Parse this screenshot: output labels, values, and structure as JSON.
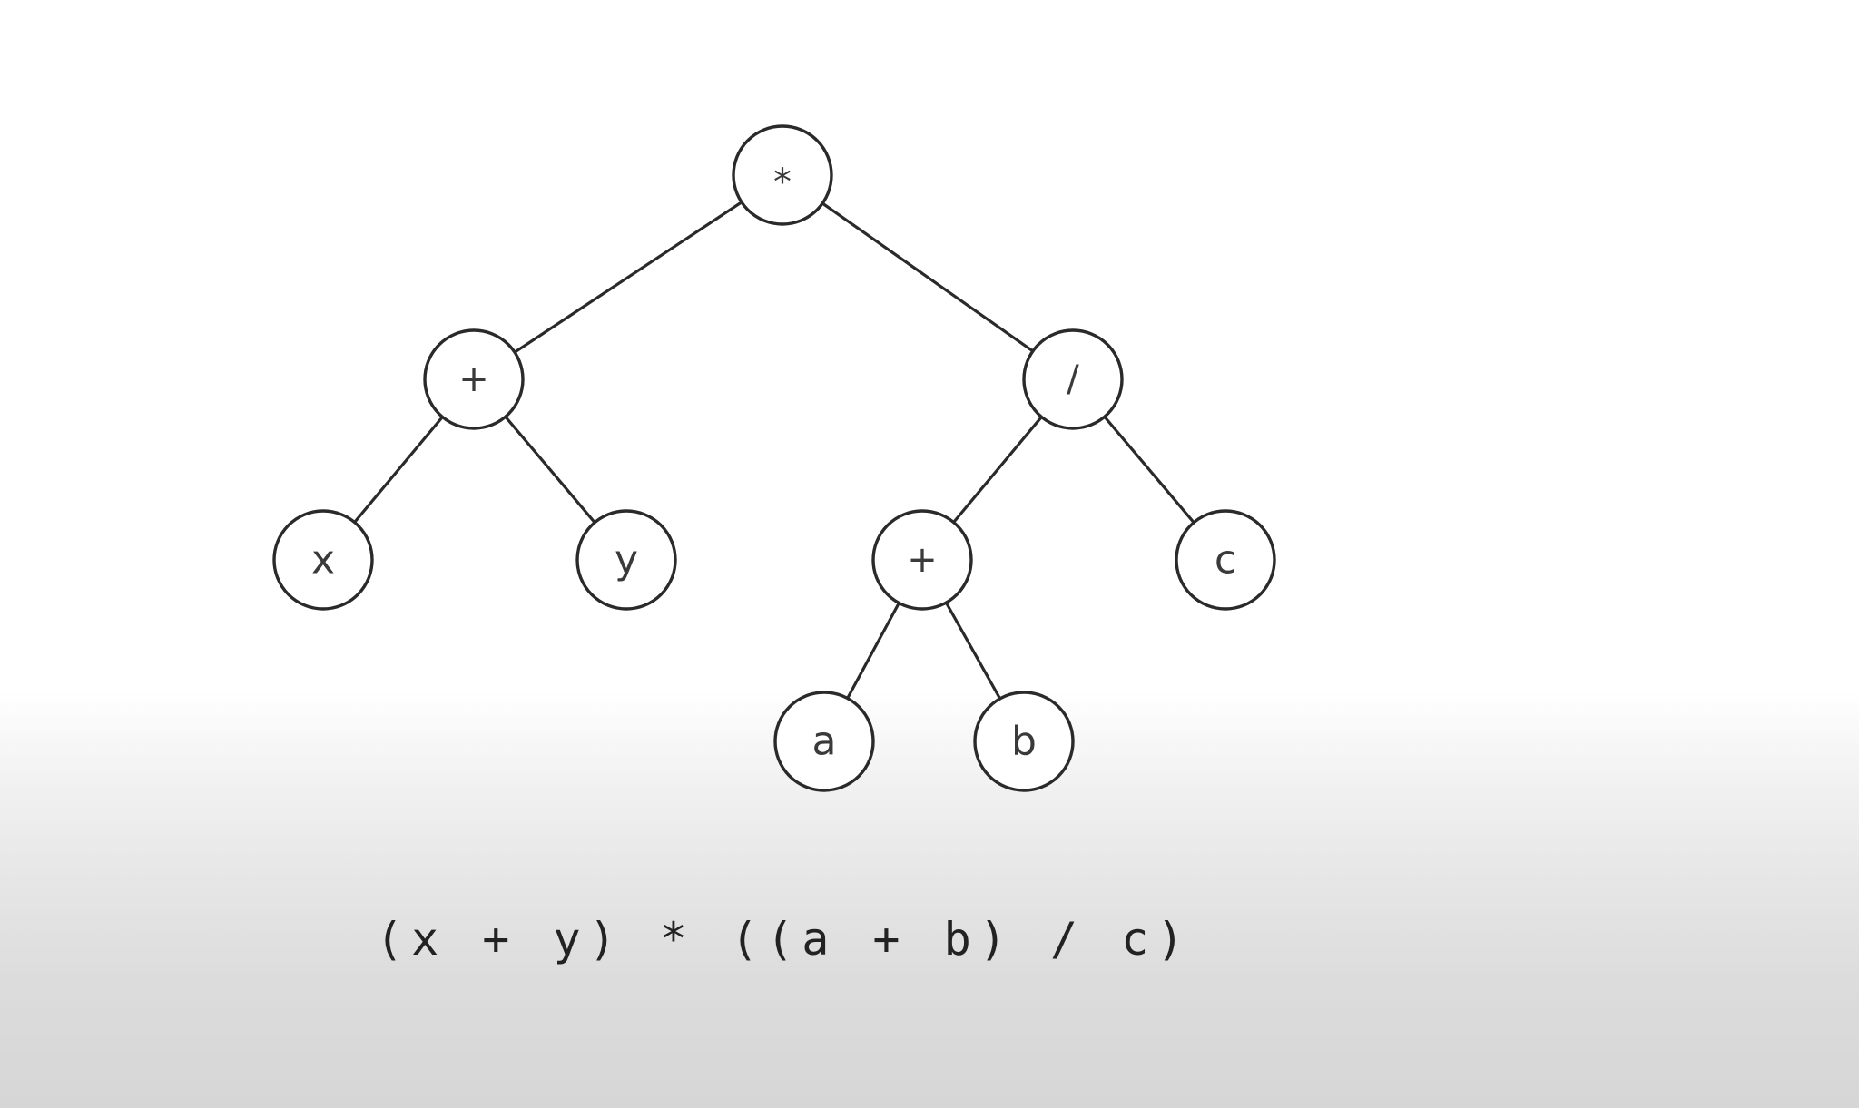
{
  "diagram": {
    "nodes": [
      {
        "id": "root",
        "label": "*"
      },
      {
        "id": "plus-left",
        "label": "+"
      },
      {
        "id": "divide",
        "label": "/"
      },
      {
        "id": "x",
        "label": "x"
      },
      {
        "id": "y",
        "label": "y"
      },
      {
        "id": "plus-right",
        "label": "+"
      },
      {
        "id": "c",
        "label": "c"
      },
      {
        "id": "a",
        "label": "a"
      },
      {
        "id": "b",
        "label": "b"
      }
    ],
    "edges": [
      [
        "root",
        "plus-left"
      ],
      [
        "root",
        "divide"
      ],
      [
        "plus-left",
        "x"
      ],
      [
        "plus-left",
        "y"
      ],
      [
        "divide",
        "plus-right"
      ],
      [
        "divide",
        "c"
      ],
      [
        "plus-right",
        "a"
      ],
      [
        "plus-right",
        "b"
      ]
    ]
  },
  "expression": "(x + y) * ((a + b) / c)"
}
